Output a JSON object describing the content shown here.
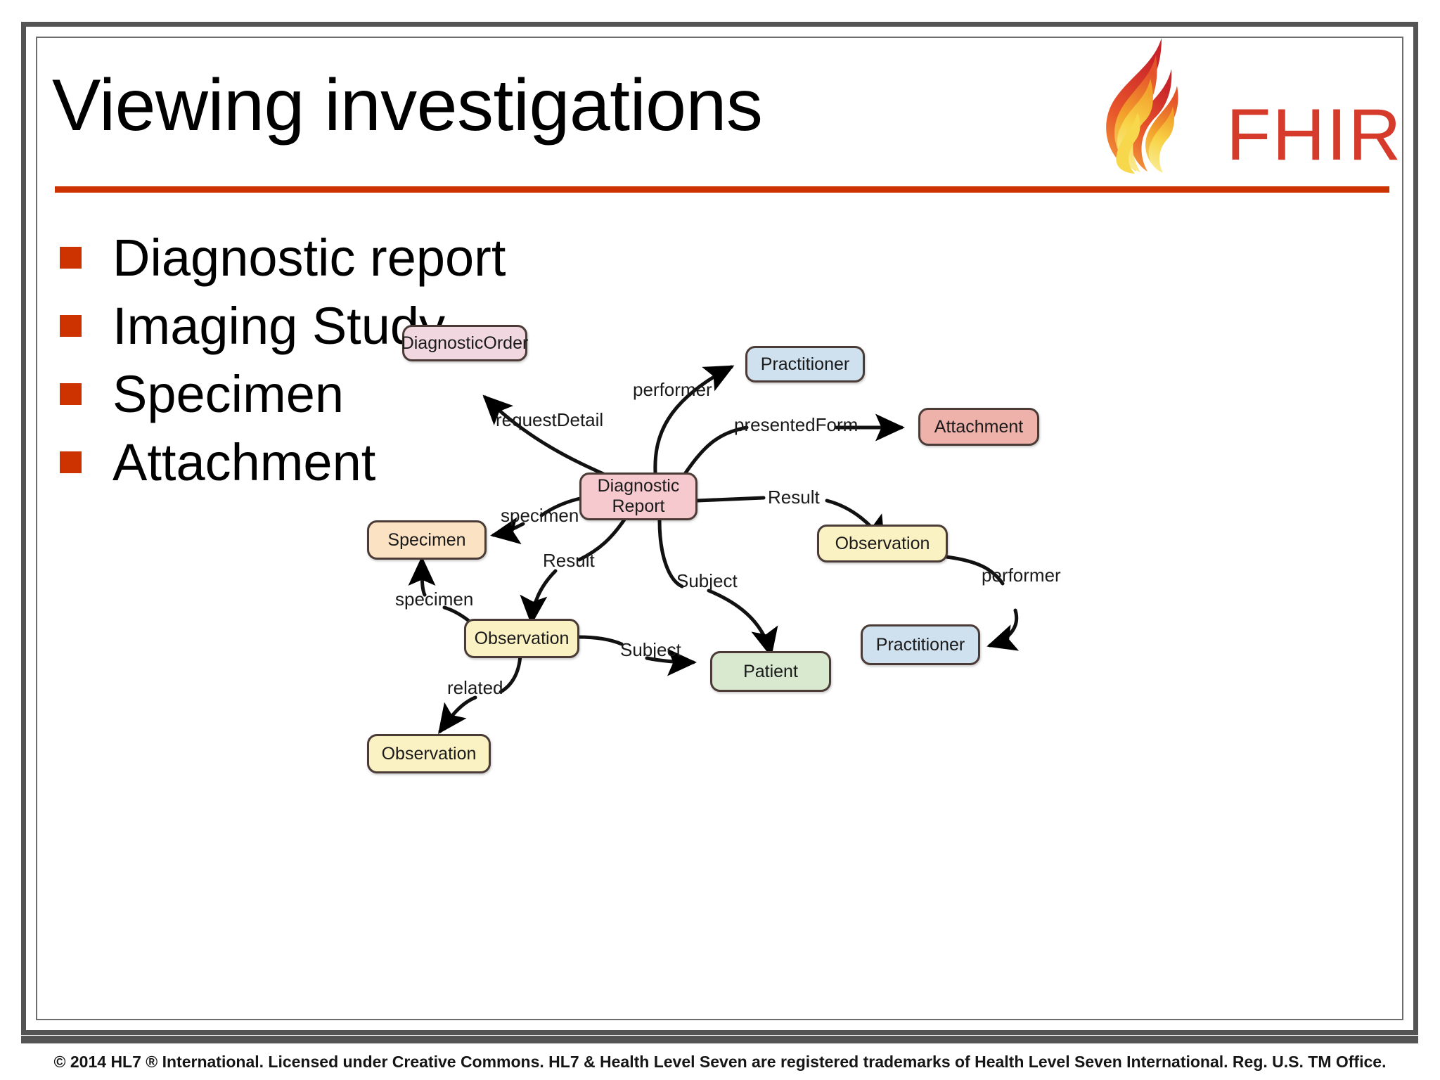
{
  "slide": {
    "title": "Viewing investigations",
    "accent_color": "#cc3300",
    "frame_color": "#545454"
  },
  "logo": {
    "wordmark": "FHIR",
    "flame_icon": "flame-icon",
    "wordmark_color": "#d63a2a"
  },
  "bullets": [
    {
      "label": "Diagnostic report"
    },
    {
      "label": "Imaging Study"
    },
    {
      "label": "Specimen"
    },
    {
      "label": "Attachment"
    }
  ],
  "diagram": {
    "type": "entity-relationship",
    "nodes": [
      {
        "id": "diagnosticorder",
        "label": "DiagnosticOrder",
        "color": "#f0d7e0"
      },
      {
        "id": "practitioner-top",
        "label": "Practitioner",
        "color": "#cfe0ee"
      },
      {
        "id": "attachment",
        "label": "Attachment",
        "color": "#efb2aa"
      },
      {
        "id": "diagnosticreport",
        "label": "Diagnostic\nReport",
        "color": "#f6c9ce"
      },
      {
        "id": "specimen",
        "label": "Specimen",
        "color": "#fbe2c2"
      },
      {
        "id": "observation-right",
        "label": "Observation",
        "color": "#fbf2c4"
      },
      {
        "id": "observation-mid",
        "label": "Observation",
        "color": "#fbf2c4"
      },
      {
        "id": "observation-bot",
        "label": "Observation",
        "color": "#fbf2c4"
      },
      {
        "id": "patient",
        "label": "Patient",
        "color": "#d8e9cf"
      },
      {
        "id": "practitioner-bot",
        "label": "Practitioner",
        "color": "#cfe0ee"
      }
    ],
    "node_labels": {
      "diagnosticorder": "DiagnosticOrder",
      "practitioner_top": "Practitioner",
      "attachment": "Attachment",
      "diagnosticreport_line1": "Diagnostic",
      "diagnosticreport_line2": "Report",
      "specimen": "Specimen",
      "observation_right": "Observation",
      "observation_mid": "Observation",
      "observation_bot": "Observation",
      "patient": "Patient",
      "practitioner_bot": "Practitioner"
    },
    "edges": [
      {
        "from": "diagnosticreport",
        "to": "diagnosticorder",
        "label": "requestDetail"
      },
      {
        "from": "diagnosticreport",
        "to": "practitioner-top",
        "label": "performer"
      },
      {
        "from": "diagnosticreport",
        "to": "attachment",
        "label": "presentedForm"
      },
      {
        "from": "diagnosticreport",
        "to": "specimen",
        "label": "specimen"
      },
      {
        "from": "diagnosticreport",
        "to": "observation-right",
        "label": "Result"
      },
      {
        "from": "diagnosticreport",
        "to": "observation-mid",
        "label": "Result"
      },
      {
        "from": "diagnosticreport",
        "to": "patient",
        "label": "Subject"
      },
      {
        "from": "observation-mid",
        "to": "specimen",
        "label": "specimen"
      },
      {
        "from": "observation-mid",
        "to": "observation-bot",
        "label": "related"
      },
      {
        "from": "observation-mid",
        "to": "patient",
        "label": "Subject"
      },
      {
        "from": "observation-right",
        "to": "practitioner-bot",
        "label": "performer"
      }
    ],
    "edge_labels": {
      "request_detail": "requestDetail",
      "performer_top": "performer",
      "presented_form": "presentedForm",
      "specimen_from_report": "specimen",
      "result_right": "Result",
      "result_mid": "Result",
      "subject_report": "Subject",
      "specimen_from_observation": "specimen",
      "related": "related",
      "subject_observation": "Subject",
      "performer_bottom": "performer"
    }
  },
  "footer": {
    "copyright": "© 2014 HL7 ® International. Licensed under Creative Commons. HL7 & Health Level Seven are registered trademarks of Health Level Seven International. Reg. U.S. TM Office."
  }
}
